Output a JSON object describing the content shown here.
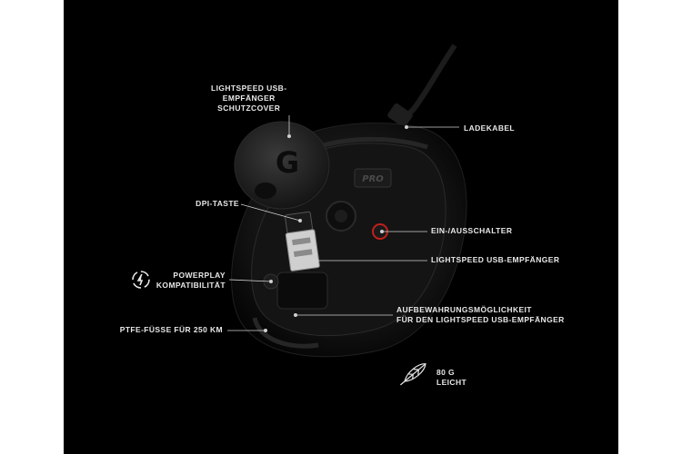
{
  "labels": {
    "cover": [
      "LIGHTSPEED USB-",
      "EMPFÄNGER",
      "SCHUTZCOVER"
    ],
    "cable": "LADEKABEL",
    "dpi": "DPI-TASTE",
    "power_switch": "EIN-/AUSSCHALTER",
    "receiver": "LIGHTSPEED USB-EMPFÄNGER",
    "powerplay": [
      "POWERPLAY",
      "KOMPATIBILITÄT"
    ],
    "storage": [
      "AUFBEWAHRUNGSMÖGLICHKEIT",
      "FÜR DEN LIGHTSPEED USB-EMPFÄNGER"
    ],
    "feet": "PTFE-FÜSSE FÜR 250 KM",
    "weight": [
      "80 G",
      "LEICHT"
    ]
  },
  "mouse": {
    "logo_text": "PRO",
    "receiver_text": "G"
  },
  "icons": {
    "powerplay": "wireless-charging-icon",
    "weight": "feather-icon",
    "cover_logo": "logitech-g-logo"
  },
  "colors": {
    "background": "#000000",
    "text": "#e8e8e8",
    "lines": "#d0d0d0",
    "switch_accent": "#c0201a"
  }
}
